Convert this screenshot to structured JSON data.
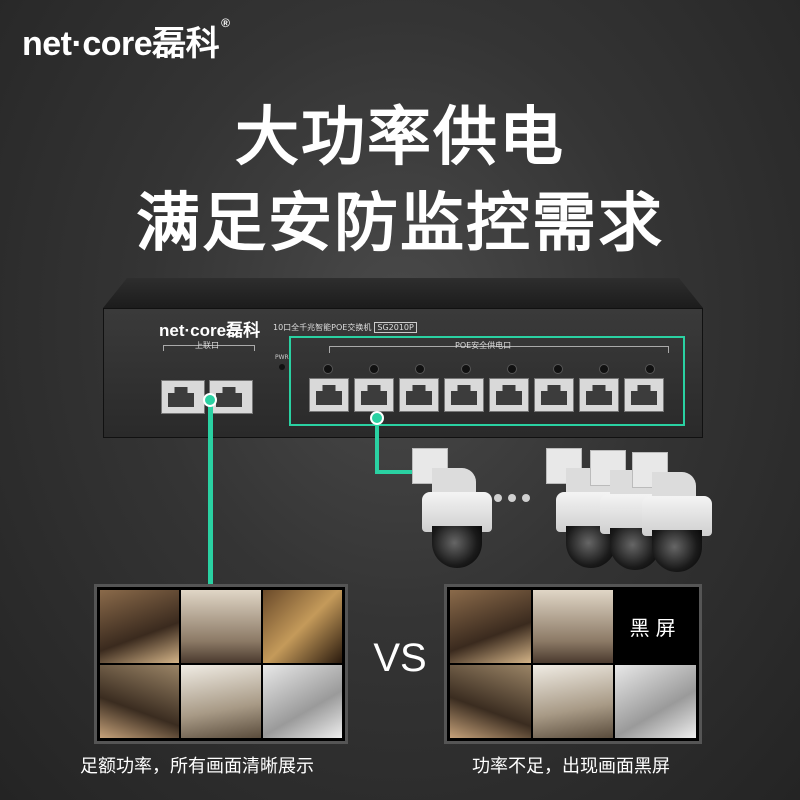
{
  "brand": {
    "logo": "net·core磊科",
    "reg": "®"
  },
  "headline": {
    "line1": "大功率供电",
    "line2": "满足安防监控需求"
  },
  "switch": {
    "brand": "net·core磊科",
    "model": "10口全千兆智能POE交换机",
    "code": "SG2010P",
    "uplink_label": "上联口",
    "pwr_label": "PWR",
    "poe_label": "POE安全供电口",
    "uplink_ports": [
      "1",
      "2"
    ],
    "poe_ports": [
      "1",
      "2",
      "3",
      "4",
      "5",
      "6",
      "7",
      "8"
    ]
  },
  "accent_color": "#2ad1a2",
  "comparison": {
    "vs": "VS",
    "left_caption": "足额功率，所有画面清晰展示",
    "right_caption": "功率不足，出现画面黑屏",
    "black_screen_label": "黑屏"
  }
}
